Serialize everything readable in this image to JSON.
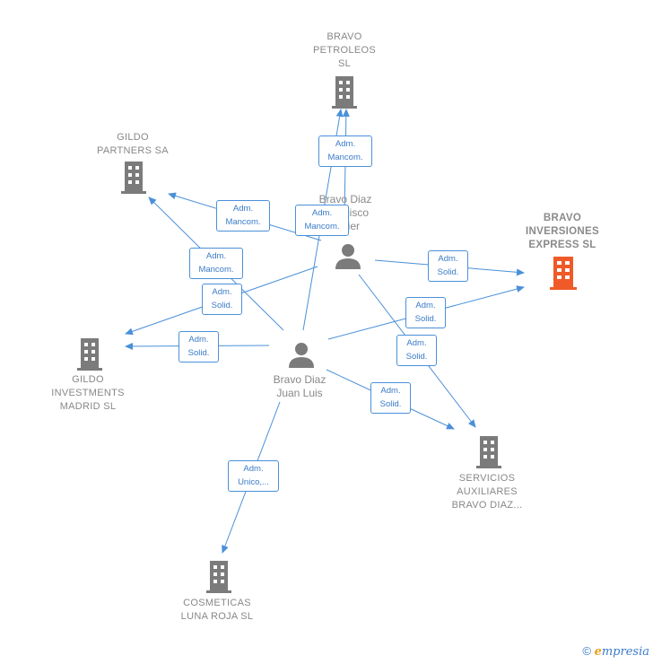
{
  "colors": {
    "edge": "#4a90d9",
    "node": "#7b7b7b",
    "highlight": "#f05a28"
  },
  "nodes": {
    "bravo_petroleos": {
      "name": [
        "BRAVO",
        "PETROLEOS",
        "SL"
      ]
    },
    "gildo_partners": {
      "name": [
        "GILDO",
        "PARTNERS SA"
      ]
    },
    "bravo_inversiones": {
      "name": [
        "BRAVO",
        "INVERSIONES",
        "EXPRESS SL"
      ]
    },
    "gildo_investments": {
      "name": [
        "GILDO",
        "INVESTMENTS",
        "MADRID SL"
      ]
    },
    "servicios_auxiliares": {
      "name": [
        "SERVICIOS",
        "AUXILIARES",
        "BRAVO DIAZ..."
      ]
    },
    "cosmeticas": {
      "name": [
        "COSMETICAS",
        "LUNA ROJA SL"
      ]
    },
    "francisco": {
      "name": [
        "Bravo Diaz",
        "Francisco",
        "Javier"
      ]
    },
    "juan_luis": {
      "name": [
        "Bravo Diaz",
        "Juan Luis"
      ]
    }
  },
  "relations": [
    {
      "id": "r1",
      "lines": [
        "Adm.",
        "Mancom."
      ]
    },
    {
      "id": "r2",
      "lines": [
        "Adm.",
        "Mancom."
      ]
    },
    {
      "id": "r3",
      "lines": [
        "Adm.",
        "Mancom."
      ]
    },
    {
      "id": "r4",
      "lines": [
        "Adm.",
        "Mancom."
      ]
    },
    {
      "id": "r5",
      "lines": [
        "Adm.",
        "Solid."
      ]
    },
    {
      "id": "r6",
      "lines": [
        "Adm.",
        "Solid."
      ]
    },
    {
      "id": "r7",
      "lines": [
        "Adm.",
        "Solid."
      ]
    },
    {
      "id": "r8",
      "lines": [
        "Adm.",
        "Solid."
      ]
    },
    {
      "id": "r9",
      "lines": [
        "Adm.",
        "Solid."
      ]
    },
    {
      "id": "r10",
      "lines": [
        "Adm.",
        "Solid."
      ]
    },
    {
      "id": "r11",
      "lines": [
        "Adm.",
        "Unico,..."
      ]
    }
  ],
  "footer": {
    "copyright": "©",
    "brand_e": "e",
    "brand_rest": "mpresia"
  }
}
